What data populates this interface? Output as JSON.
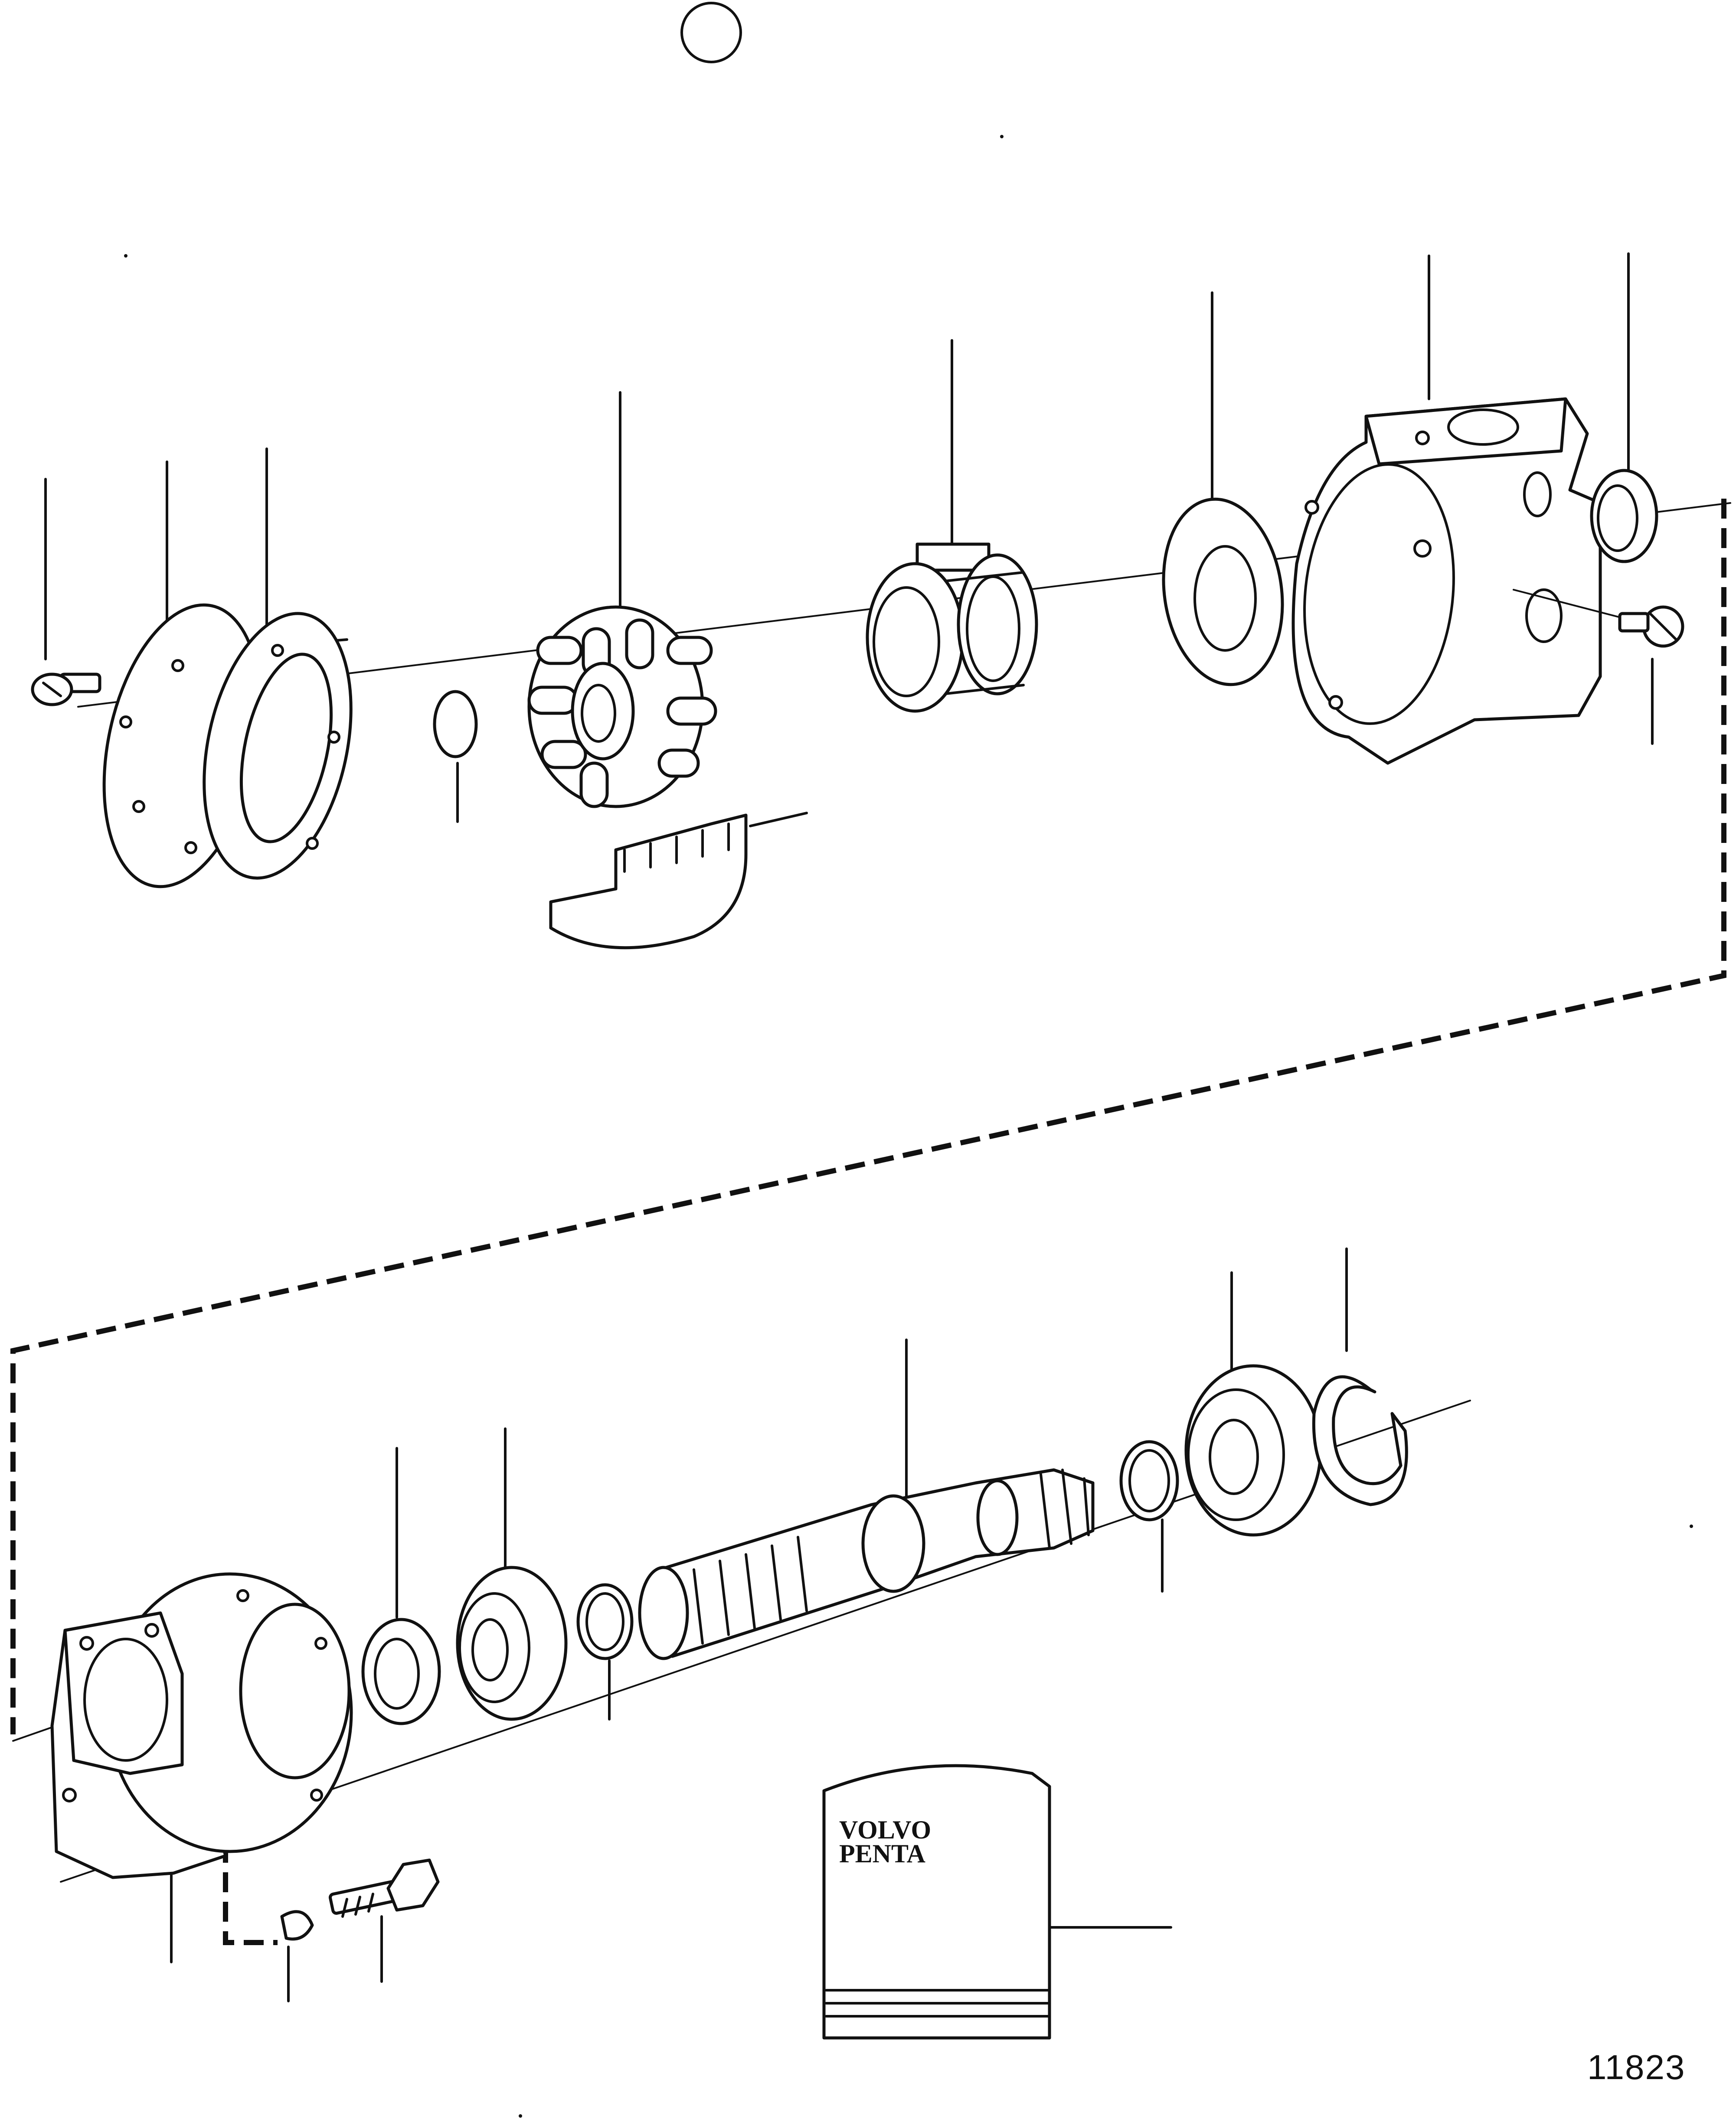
{
  "figure": {
    "number": "11823",
    "kit_label_line1": "VOLVO",
    "kit_label_line2": "PENTA"
  },
  "colors": {
    "ink": "#111111",
    "paper": "#ffffff"
  },
  "parts_upper": [
    "screw",
    "pump-cover",
    "gasket",
    "o-ring",
    "impeller",
    "cam-insert",
    "shaft-seal",
    "thrust-washer",
    "pump-housing",
    "sealing-ring",
    "drain-screw"
  ],
  "parts_lower": [
    "bearing-housing",
    "flange-bolt",
    "lock-clip",
    "seal-ring",
    "ball-bearing",
    "circlip",
    "pump-shaft",
    "snap-ring",
    "ball-bearing-outer",
    "retaining-ring",
    "service-kit"
  ]
}
